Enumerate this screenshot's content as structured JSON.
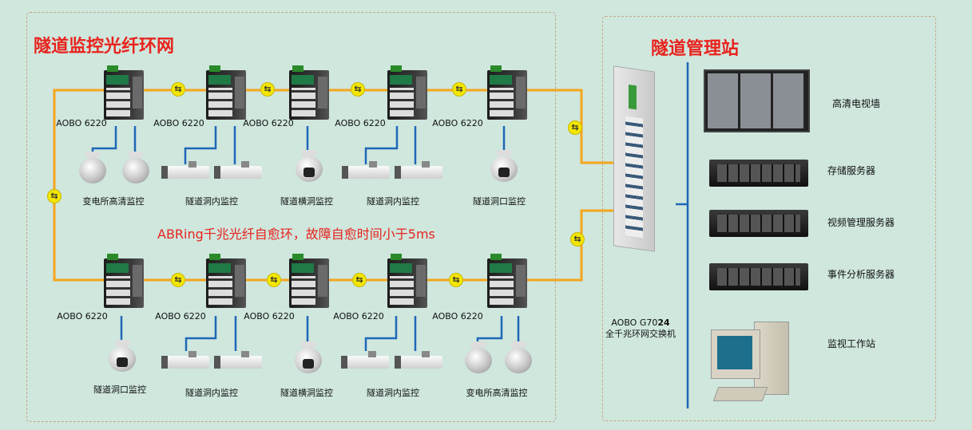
{
  "network_panel": {
    "title": "隧道监控光纤环网",
    "subtitle": "ABRing千兆光纤自愈环，故障自愈时间小于5ms"
  },
  "station_panel": {
    "title": "隧道管理站"
  },
  "top_switch_label": "AOBO 6220",
  "bottom_switch_label": "AOBO 6220",
  "top_camera_groups": [
    "变电所高清监控",
    "隧道洞内监控",
    "隧道横洞监控",
    "隧道洞内监控",
    "隧道洞口监控"
  ],
  "bottom_camera_groups": [
    "隧道洞口监控",
    "隧道洞内监控",
    "隧道横洞监控",
    "隧道洞内监控",
    "变电所高清监控"
  ],
  "core_switch": {
    "model_prefix": "AOBO G70",
    "model_bold": "24",
    "description": "全千兆环网交换机"
  },
  "station_items": [
    "高清电视墙",
    "存储服务器",
    "视频管理服务器",
    "事件分析服务器",
    "监视工作站"
  ],
  "colors": {
    "fiber": "#f5a51c",
    "copper": "#1f67b8",
    "title": "#e8231e",
    "background": "#cfe7dd"
  }
}
